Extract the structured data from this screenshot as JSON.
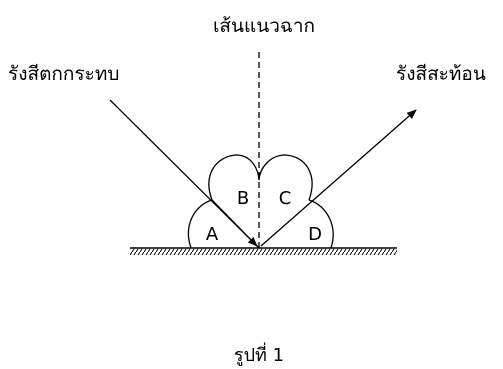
{
  "labels": {
    "normal": "เส้นแนวฉาก",
    "incident": "รังสีตกกระทบ",
    "reflected": "รังสีสะท้อน",
    "region_a": "A",
    "region_b": "B",
    "region_c": "C",
    "region_d": "D",
    "caption": "รูปที่ 1"
  },
  "colors": {
    "ink": "#000000",
    "background": "#ffffff"
  }
}
